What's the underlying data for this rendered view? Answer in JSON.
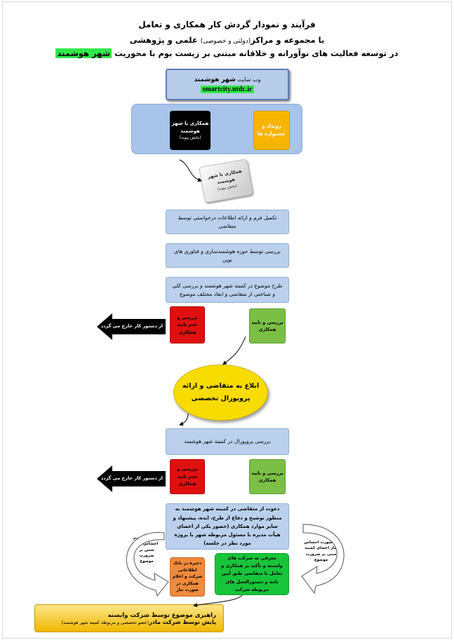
{
  "header": {
    "line1": "فرآیند و نمودار گردش کار همکاری و تعامل",
    "line2_pre": "با مجموعه و مراکز",
    "line2_small": "(دولتی و خصوصی)",
    "line2_post": " علمی و پژوهشی",
    "line3_pre": "در توسعه فعالیت های نوآورانه و خلاقانه مبتنی بر زیست بوم با محوریت ",
    "line3_highlight": "شهر هوشمند"
  },
  "website": {
    "label_pre": "وب سایت ",
    "label_bold": "شهر هوشمند",
    "url": "smartcity.ntdc.ir"
  },
  "entry": {
    "collab_title": "همکاری با شهر هوشمند",
    "collab_sub": "(بخش پیوند)",
    "events": "رویداد و جشنواره ها"
  },
  "gray_card": {
    "title": "همکاری با شهر هوشمند",
    "sub": "(بخش پیوند)"
  },
  "steps": {
    "step1": "تکمیل فرم و ارائه اطلاعات درخواستی توسط متقاضی",
    "step2": "بررسی توسط حوزه هوشمندسازی و فناوری های نوین",
    "step3": "طرح موضوع در کمیته شهر هوشمند و بررسی کلی و شناختی از متقاضی و ابعاد مختلف موضوع"
  },
  "decision1": {
    "approve": "بررسی و تایید همکاری",
    "reject": "بررسی و عدم تایید همکاری",
    "exit": "از دستور کار خارج می گردد"
  },
  "ellipse": {
    "text": "ابلاغ به متقاضی و ارائه پروپوزال تخصصی"
  },
  "review": {
    "text": "بررسی پروپوزال در کمیته شهر هوشمند"
  },
  "decision2": {
    "approve": "بررسی و تایید همکاری",
    "reject": "بررسی و عدم تایید همکاری",
    "exit": "از دستور کار خارج می گردد"
  },
  "invite": {
    "text": "دعوت از متقاضی در کمیته شهر هوشمند به منظور توضیح و دفاع از طرح، ایده، پیشنهاد و سایر موارد همکاری (حضور یکی از اعضای هیأت مدیره یا مسئول مربوطه شهر یا پروژه مورد نظر در جلسه)"
  },
  "intro": {
    "text": "معرفی به شرکت های وابسته و تأکید بر همکاری و تعامل با متقاضی طبق آیین نامه و دستورالعمل های مربوطه شرکت"
  },
  "store": {
    "text": "ذخیره در بانک اطلاعاتی شرکت و اعلام همکاری در صورت نیاز"
  },
  "side_left": {
    "text": "در صورت عدم احساس نیاز ضمن بر ضرورت موضوع"
  },
  "side_right": {
    "text": "در صورت احساس نیاز اعضای کمیته مبنی بر ضرورت موضوع"
  },
  "final": {
    "line1": "راهبری موضوع توسط شرکت وابسته",
    "line2_pre": "پایش توسط شرکت مادر",
    "line2_small": "(عضو تخصصی و مربوطه کمیته شهر هوشمند)"
  }
}
